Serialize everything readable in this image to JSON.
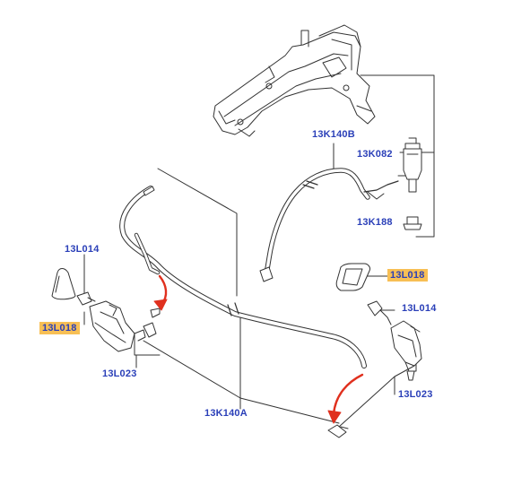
{
  "colors": {
    "label": "#2a3fb8",
    "highlight": "#f7bf55",
    "arrow": "#e0301e",
    "line": "#333333"
  },
  "labels": {
    "l_13k140b": "13K140B",
    "l_13k082": "13K082",
    "l_13k188": "13K188",
    "l_13l014_left": "13L014",
    "l_13l018_left": "13L018",
    "l_13l023_left": "13L023",
    "l_13l018_right": "13L018",
    "l_13l014_right": "13L014",
    "l_13l023_right": "13L023",
    "l_13k140a": "13K140A"
  }
}
